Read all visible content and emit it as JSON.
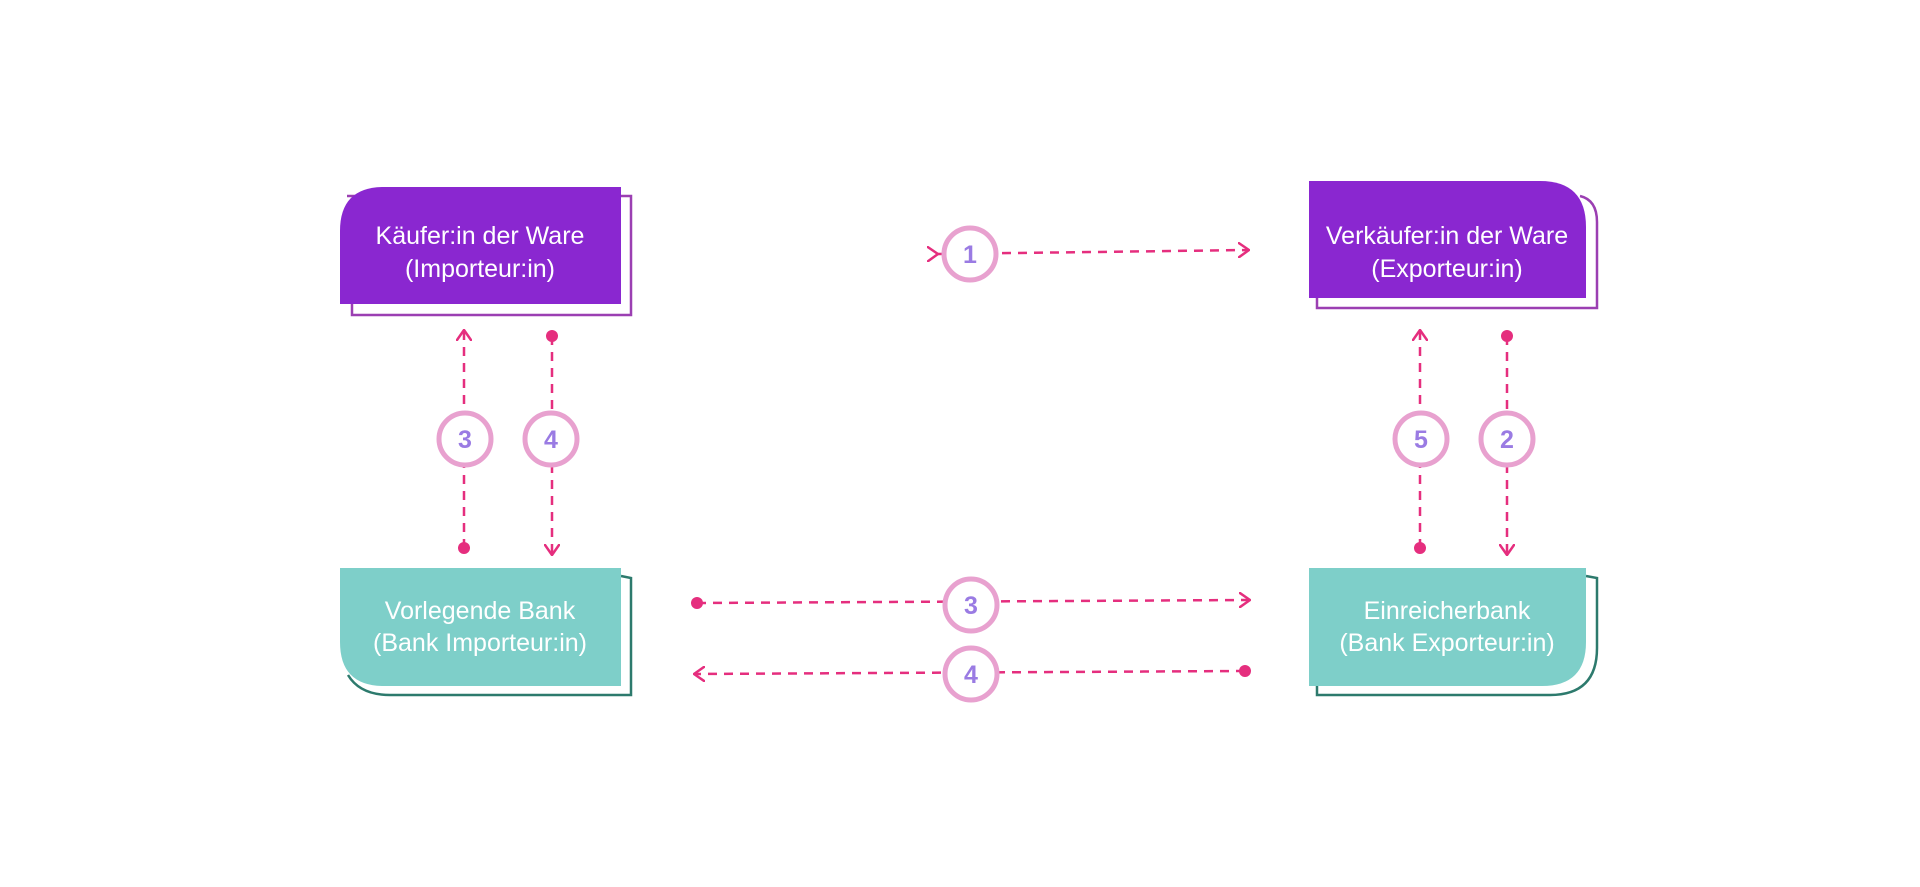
{
  "colors": {
    "purple": "#8a27d0",
    "purple_outline": "#9b3fb2",
    "teal": "#7ecfc9",
    "teal_outline": "#2d7a6d",
    "arrow": "#e52e7e",
    "circle_stroke": "#e8a1cf",
    "number_fill": "#9a7be3"
  },
  "nodes": {
    "buyer": {
      "line1": "Käufer:in der Ware",
      "line2": "(Importeur:in)"
    },
    "seller": {
      "line1": "Verkäufer:in der Ware",
      "line2": "(Exporteur:in)"
    },
    "presenting_bank": {
      "line1": "Vorlegende Bank",
      "line2": "(Bank Importeur:in)"
    },
    "remitting_bank": {
      "line1": "Einreicherbank",
      "line2": "(Bank Exporteur:in)"
    }
  },
  "steps": {
    "buyer_seller": "1",
    "buyer_bank_up": "3",
    "buyer_bank_down": "4",
    "seller_bank_up": "5",
    "seller_bank_down": "2",
    "banks_right": "3",
    "banks_left": "4"
  }
}
